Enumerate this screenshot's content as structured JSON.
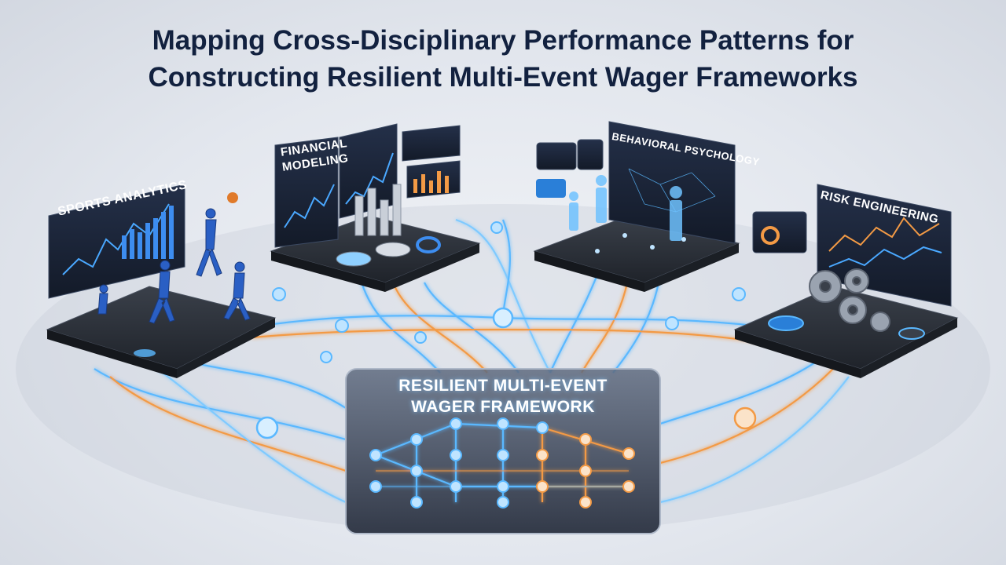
{
  "title": {
    "line1": "Mapping Cross-Disciplinary Performance Patterns for",
    "line2": "Constructing Resilient Multi-Event Wager Frameworks"
  },
  "panels": {
    "sports": "SPORTS ANALYTICS",
    "financial_line1": "FINANCIAL",
    "financial_line2": "MODELING",
    "behavioral": "BEHAVIORAL PSYCHOLOGY",
    "risk": "RISK ENGINEERING"
  },
  "hub": {
    "line1": "RESILIENT MULTI-EVENT",
    "line2": "WAGER FRAMEWORK"
  },
  "colors": {
    "title": "#12213f",
    "platform": "#2b3038",
    "screen": "#1b2333",
    "flow_blue": "#5ab8ff",
    "flow_orange": "#f39a45"
  }
}
